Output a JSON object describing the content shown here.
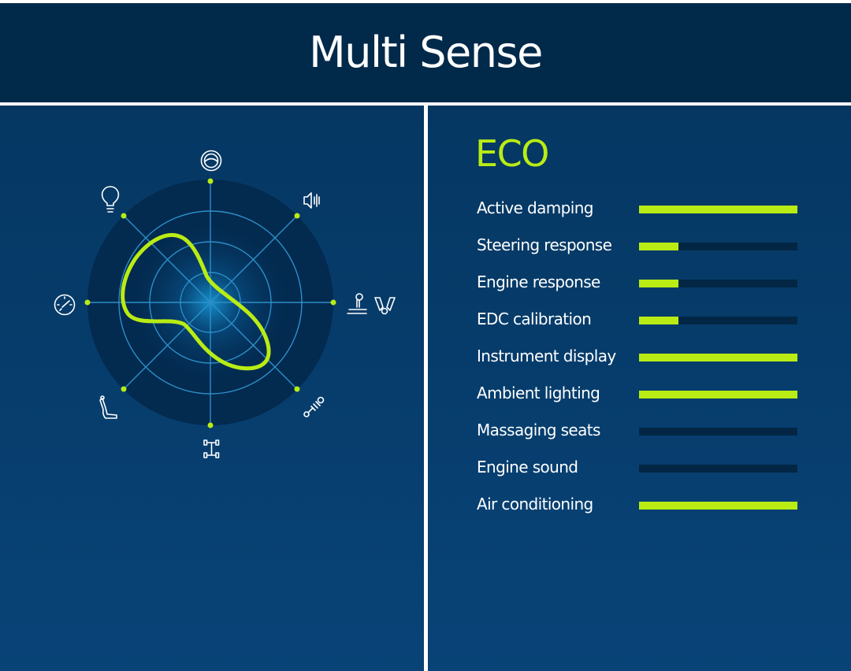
{
  "header": {
    "title": "Multi Sense"
  },
  "mode": {
    "name": "ECO"
  },
  "colors": {
    "accent": "#b9ec14",
    "panel": "#053762",
    "header": "#01294a",
    "track": "#022644"
  },
  "radar": {
    "axes": [
      {
        "icon": "steering-wheel-icon"
      },
      {
        "icon": "speaker-icon"
      },
      {
        "icon": "engine-pistons-icon"
      },
      {
        "icon": "damper-spring-icon"
      },
      {
        "icon": "chassis-icon"
      },
      {
        "icon": "seat-icon"
      },
      {
        "icon": "gauge-icon"
      },
      {
        "icon": "light-bulb-icon"
      }
    ]
  },
  "settings": [
    {
      "label": "Active damping",
      "level": 1.0
    },
    {
      "label": "Steering response",
      "level": 0.25
    },
    {
      "label": "Engine response",
      "level": 0.25
    },
    {
      "label": "EDC calibration",
      "level": 0.25
    },
    {
      "label": "Instrument display",
      "level": 1.0
    },
    {
      "label": "Ambient lighting",
      "level": 1.0
    },
    {
      "label": "Massaging seats",
      "level": 0.0
    },
    {
      "label": "Engine sound",
      "level": 0.0
    },
    {
      "label": "Air conditioning",
      "level": 1.0
    }
  ]
}
